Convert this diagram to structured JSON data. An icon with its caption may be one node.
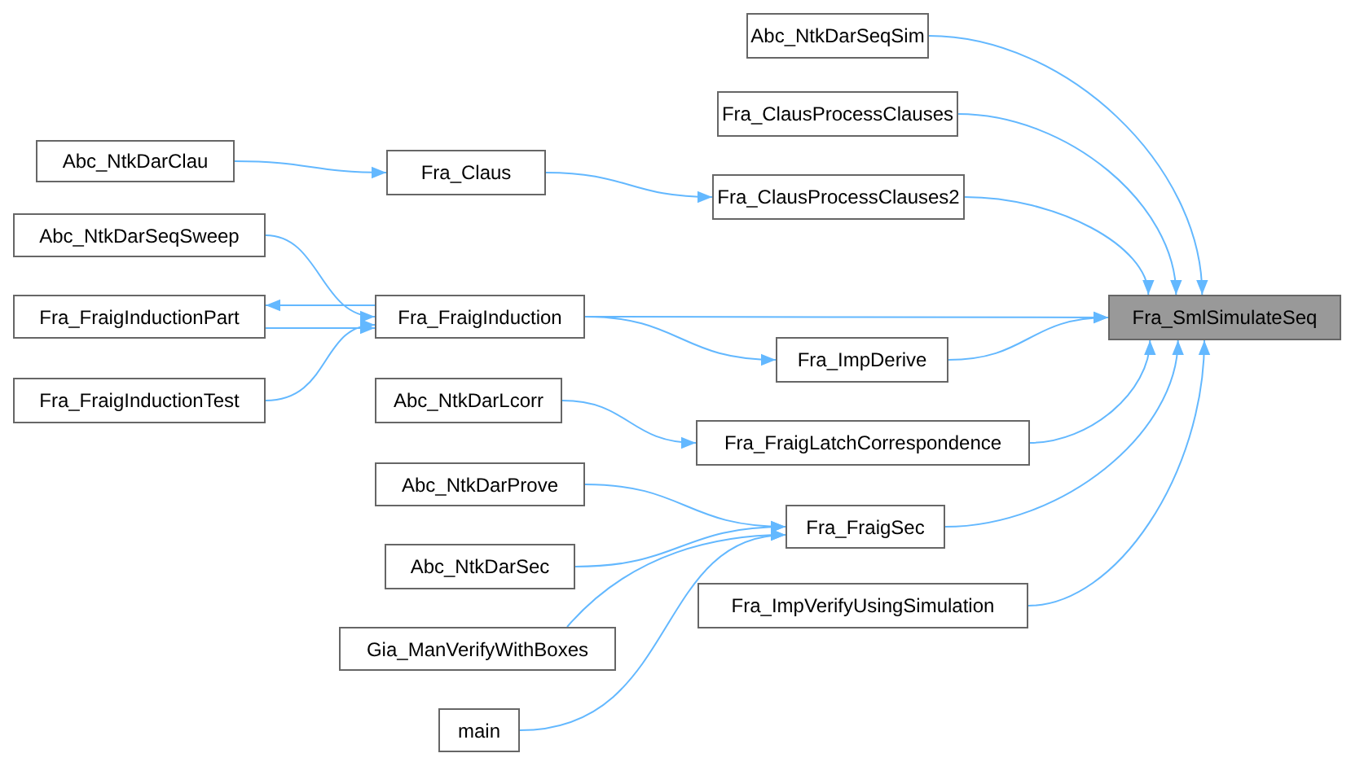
{
  "diagram": {
    "nodes": [
      {
        "text": [
          "Fra_SmlSimulateSeq"
        ]
      },
      {
        "text": [
          "Abc_NtkDarSeqSim"
        ]
      },
      {
        "text": [
          "Fra_ClausProcessClauses"
        ]
      },
      {
        "text": [
          "Abc_NtkDarClau"
        ]
      },
      {
        "text": [
          "Fra_Claus"
        ]
      },
      {
        "text": [
          "Fra_ClausProcessClauses2"
        ]
      },
      {
        "text": [
          "Abc_NtkDarSeqSweep"
        ]
      },
      {
        "text": [
          "Fra_FraigInductionPart"
        ]
      },
      {
        "text": [
          "Fra_FraigInduction"
        ]
      },
      {
        "text": [
          "Fra_FraigInductionTest"
        ]
      },
      {
        "text": [
          "Fra_ImpDerive"
        ]
      },
      {
        "text": [
          "Abc_NtkDarLcorr"
        ]
      },
      {
        "text": [
          "Fra_FraigLatchCorrespondence"
        ]
      },
      {
        "text": [
          "Abc_NtkDarProve"
        ]
      },
      {
        "text": [
          "Fra_FraigSec"
        ]
      },
      {
        "text": [
          "Abc_NtkDarSec"
        ]
      },
      {
        "text": [
          "Gia_ManVerifyWithBoxes"
        ]
      },
      {
        "text": [
          "Fra_ImpVerifyUsingSimulation"
        ]
      },
      {
        "text": [
          "main"
        ]
      }
    ],
    "edges": [
      {
        "from": 1,
        "to": 0,
        "arrow": "to"
      },
      {
        "from": 2,
        "to": 0,
        "arrow": "to"
      },
      {
        "from": 3,
        "to": 4,
        "arrow": "to"
      },
      {
        "from": 4,
        "to": 5,
        "arrow": "to"
      },
      {
        "from": 5,
        "to": 0,
        "arrow": "to"
      },
      {
        "from": 6,
        "to": 8,
        "arrow": "to"
      },
      {
        "from": 7,
        "to": 8,
        "arrow": "to"
      },
      {
        "from": 8,
        "to": 7,
        "arrow": "to"
      },
      {
        "from": 9,
        "to": 8,
        "arrow": "to"
      },
      {
        "from": 8,
        "to": 0,
        "arrow": "to"
      },
      {
        "from": 8,
        "to": 10,
        "arrow": "to"
      },
      {
        "from": 10,
        "to": 0,
        "arrow": "to"
      },
      {
        "from": 11,
        "to": 12,
        "arrow": "to"
      },
      {
        "from": 12,
        "to": 0,
        "arrow": "to"
      },
      {
        "from": 13,
        "to": 14,
        "arrow": "to"
      },
      {
        "from": 15,
        "to": 14,
        "arrow": "to"
      },
      {
        "from": 16,
        "to": 14,
        "arrow": "to"
      },
      {
        "from": 18,
        "to": 14,
        "arrow": "to"
      },
      {
        "from": 14,
        "to": 0,
        "arrow": "to"
      },
      {
        "from": 17,
        "to": 0,
        "arrow": "to"
      }
    ]
  }
}
